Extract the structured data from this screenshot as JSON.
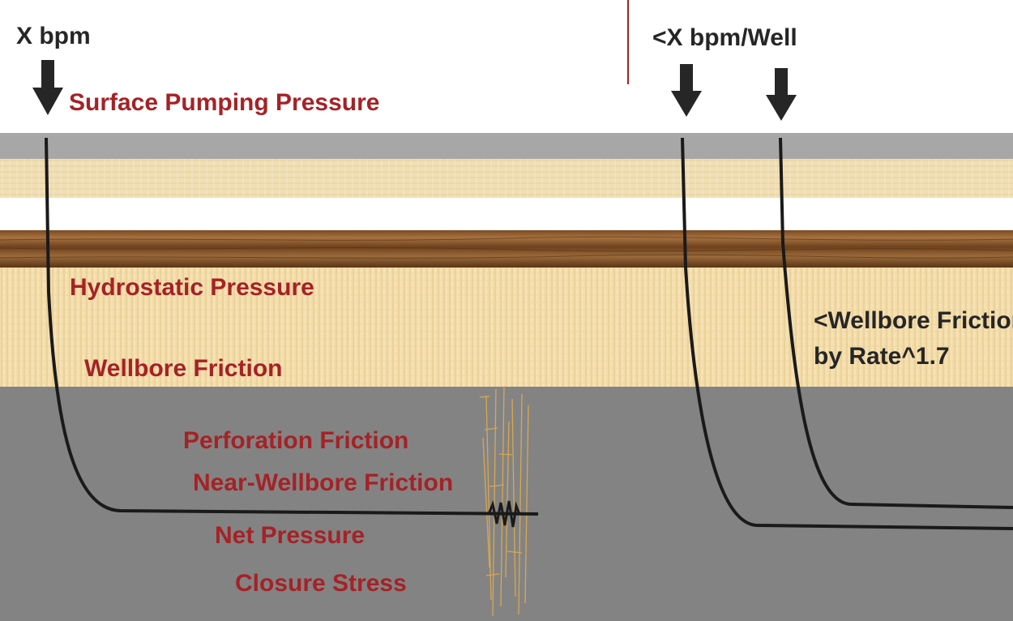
{
  "left_well": {
    "rate_label": "X bpm"
  },
  "right_wells": {
    "rate_label": "<X bpm/Well",
    "friction_note_line1": "<Wellbore Friction",
    "friction_note_line2": "by Rate^1.7"
  },
  "pressure_components": {
    "surface_pumping": "Surface Pumping Pressure",
    "hydrostatic": "Hydrostatic Pressure",
    "wellbore_friction": "Wellbore Friction",
    "perforation_friction": "Perforation Friction",
    "near_wellbore_friction": "Near-Wellbore Friction",
    "net_pressure": "Net Pressure",
    "closure_stress": "Closure Stress"
  },
  "colors": {
    "label_red": "#a52226",
    "label_dark": "#262626",
    "arrow": "#262626",
    "wellbore": "#1a1a1a",
    "divider": "#a52226",
    "layer_gray_top": "#a7a7a7",
    "layer_tan": "#f0dfb4",
    "layer_wood": "#8a5a2c",
    "layer_sand": "#f3ddaa",
    "layer_reservoir": "#838383",
    "fracture": "#d8a850"
  }
}
